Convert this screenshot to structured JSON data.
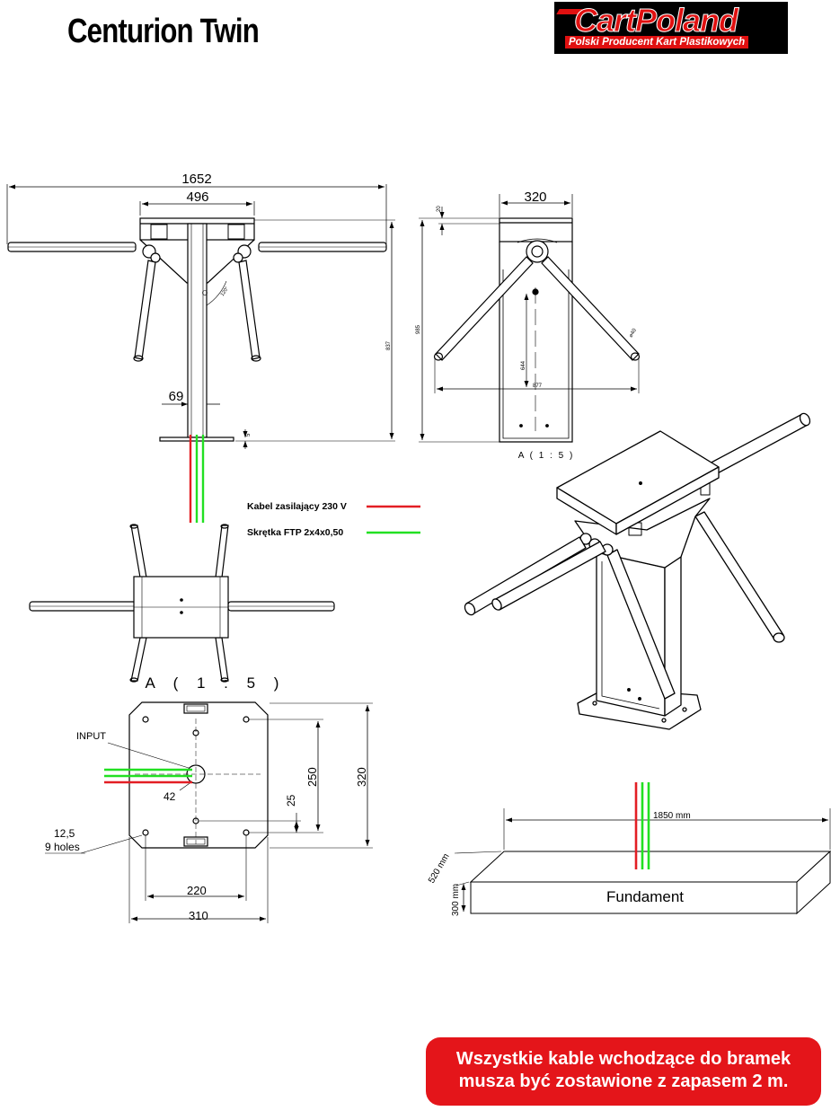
{
  "header": {
    "title": "Centurion Twin",
    "logo_text": "CartPoland",
    "logo_subtitle": "Polski Producent Kart Plastikowych"
  },
  "front_view": {
    "dim_total_width": "1652",
    "dim_top_width": "496",
    "dim_post_width": "69",
    "dim_base_thickness": "5",
    "dim_height": "837",
    "dim_angle": "120°"
  },
  "side_view": {
    "dim_width": "320",
    "dim_top": "20",
    "dim_height": "985",
    "dim_arm_spread": "877",
    "dim_arm_height": "644",
    "dim_diameter": "⌀40",
    "section_label": "A ( 1 : 5 )"
  },
  "cable_legend": {
    "power_label": "Kabel zasilający 230 V",
    "power_color": "#e31e24",
    "ftp_label": "Skrętka FTP 2x4x0,50",
    "ftp_color": "#22e022"
  },
  "base_plate": {
    "section_label": "A ( 1 : 5 )",
    "input_label": "INPUT",
    "dim_hole": "42",
    "dim_holes_dia": "12,5",
    "dim_holes_count": "9 holes",
    "dim_250": "250",
    "dim_320": "320",
    "dim_25": "25",
    "dim_220": "220",
    "dim_310": "310"
  },
  "foundation": {
    "label": "Fundament",
    "dim_length": "1850 mm",
    "dim_depth": "520 mm",
    "dim_height": "300 mm"
  },
  "notice": {
    "line1": "Wszystkie kable wchodzące do bramek",
    "line2": "musza być zostawione z zapasem 2 m.",
    "color": "#e4151a"
  }
}
